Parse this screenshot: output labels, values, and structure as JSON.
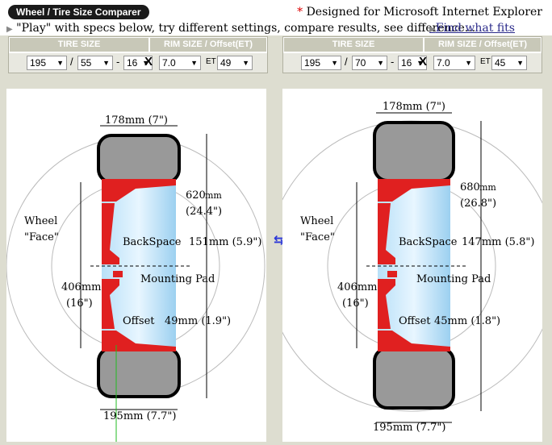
{
  "header": {
    "title": "Wheel / Tire Size Comparer",
    "designed_star": "*",
    "designed_text": "Designed for Microsoft Internet Explorer",
    "play_text": "\"Play\" with specs below, try different settings, compare results, see difference...",
    "find_link": "Find what fits"
  },
  "columns": {
    "tire_size": "TIRE SIZE",
    "rim_size": "RIM SIZE / Offset(ET)"
  },
  "left": {
    "width": "195",
    "aspect": "55",
    "rim": "16",
    "rim_width": "7.0",
    "offset": "49",
    "top_label": "178mm (7\")",
    "dia_mm": "620",
    "unit": "mm",
    "dia_in": "(24.4\")",
    "wheel": "Wheel",
    "face": "\"Face\"",
    "backspace_label": "BackSpace",
    "backspace_val": "151mm (5.9\")",
    "rim_mm": "406mm",
    "rim_in": "(16\")",
    "mounting": "Mounting Pad",
    "offset_label": "Offset",
    "offset_val": "49mm (1.9\")",
    "bottom_label": "195mm (7.7\")"
  },
  "right": {
    "width": "195",
    "aspect": "70",
    "rim": "16",
    "rim_width": "7.0",
    "offset": "45",
    "top_label": "178mm (7\")",
    "dia_mm": "680",
    "unit": "mm",
    "dia_in": "(26.8\")",
    "wheel": "Wheel",
    "face": "\"Face\"",
    "backspace_label": "BackSpace",
    "backspace_val": "147mm (5.8\")",
    "rim_mm": "406mm",
    "rim_in": "(16\")",
    "mounting": "Mounting Pad",
    "offset_label": "Offset",
    "offset_val": "45mm (1.8\")",
    "bottom_label": "195mm (7.7\")"
  },
  "labels": {
    "slash": "/",
    "dash": "-",
    "x": "X",
    "et": "ET",
    "arrow": "▼",
    "swap": "⇆"
  },
  "colors": {
    "tire": "#999999",
    "rim": "#e02020",
    "bg": "#ddddd0",
    "header": "#c8c8b8",
    "swap": "#2a36d8"
  }
}
